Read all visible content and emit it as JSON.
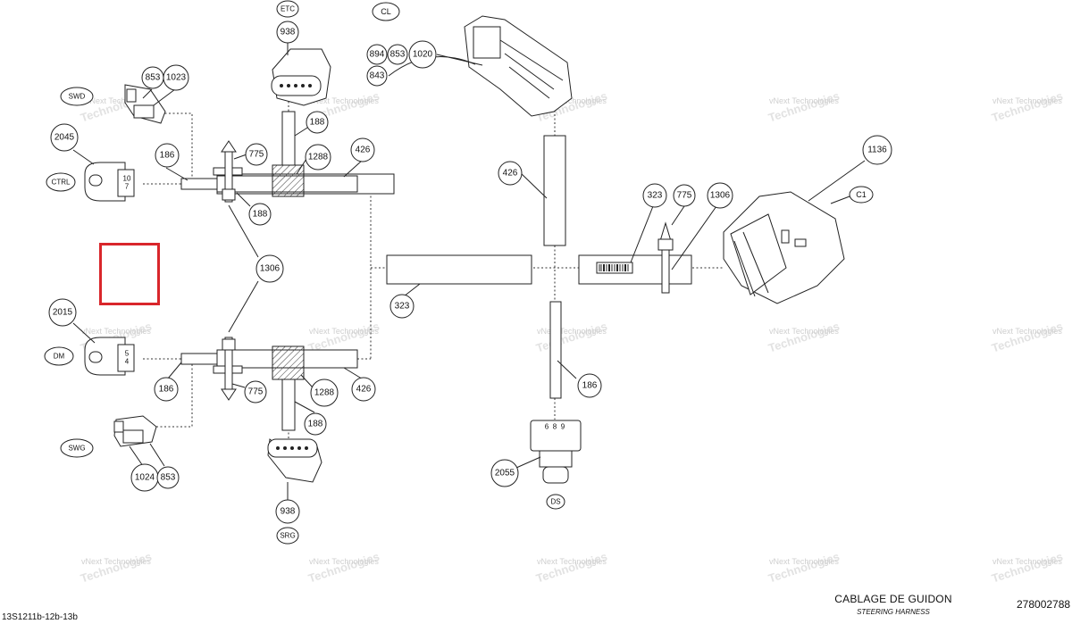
{
  "title": "CABLAGE DE GUIDON",
  "subtitle": "STEERING HARNESS",
  "part_number": "278002788",
  "drawing_code": "13S1211b-12b-13b",
  "watermark": [
    "vNext Technologies",
    "Technologies"
  ],
  "highlight_color": "#d9262b",
  "connector_labels": {
    "etc": "ETC",
    "cl": "CL",
    "swd": "SWD",
    "ctrl": "CTRL",
    "dm": "DM",
    "swg": "SWG",
    "srg": "SRG",
    "ds": "DS",
    "c1": "C1"
  },
  "connector_pins": {
    "ctrl": [
      "10",
      "7"
    ],
    "dm": [
      "5",
      "4"
    ],
    "ds": [
      "6",
      "8",
      "9"
    ]
  },
  "callouts": {
    "b938_top": "938",
    "b894": "894",
    "b853_cl": "853",
    "b1020": "1020",
    "b843": "843",
    "b853_swd": "853",
    "b1023": "1023",
    "b188_top": "188",
    "b2045": "2045",
    "b186_top": "186",
    "b775_top": "775",
    "b1288_top": "1288",
    "b426_top": "426",
    "b188_mid": "188",
    "b426_v": "426",
    "b323_r": "323",
    "b775_r": "775",
    "b1306_r": "1306",
    "b1136": "1136",
    "b1306_l": "1306",
    "b323_c": "323",
    "b2015": "2015",
    "b186_bot": "186",
    "b775_bot": "775",
    "b1288_bot": "1288",
    "b426_bot": "426",
    "b188_bot": "188",
    "b186_v": "186",
    "b1024": "1024",
    "b853_swg": "853",
    "b938_bot": "938",
    "b2055": "2055"
  }
}
